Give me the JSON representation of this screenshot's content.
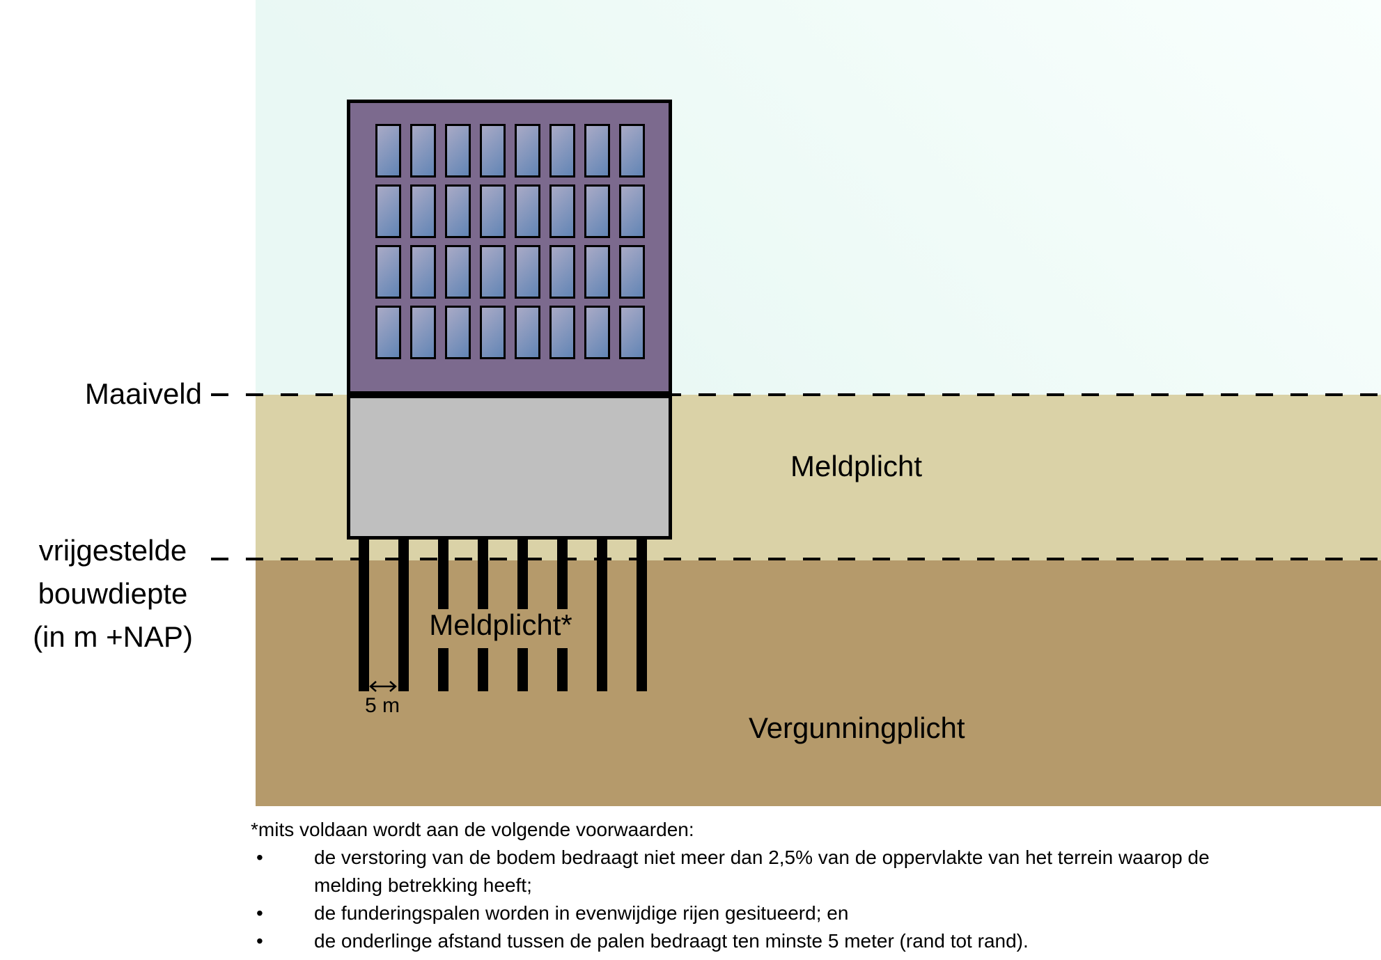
{
  "labels": {
    "maaiveld": "Maaiveld",
    "vrijgestelde_line1": "vrijgestelde",
    "vrijgestelde_line2": "bouwdiepte",
    "vrijgestelde_line3": "(in m +NAP)",
    "meldplicht_zone": "Meldplicht",
    "meldplicht_piles": "Meldplicht*",
    "vergunningplicht_zone": "Vergunningplicht",
    "pile_spacing": "5 m"
  },
  "icons": {
    "spacing_arrow": "double-headed-horizontal-arrow"
  },
  "building": {
    "window_rows": 4,
    "window_cols": 8
  },
  "piles": {
    "count": 8,
    "long_indices": [
      0,
      1,
      6,
      7
    ]
  },
  "colors": {
    "sky_light": "#f9fffd",
    "sky_dark": "#e9f8f4",
    "meldplicht_zone": "#dad2a7",
    "vergunningplicht_zone": "#b59a6b",
    "building_facade": "#7c6a8e",
    "window_light": "#a9aac6",
    "window_dark": "#6285b5",
    "foundation": "#bfbfbf",
    "pile": "#000000"
  },
  "footnote": {
    "intro": "*mits voldaan wordt aan de volgende voorwaarden:",
    "items": [
      {
        "bullet": "•",
        "lines": [
          "de verstoring van de bodem bedraagt niet meer dan 2,5% van de oppervlakte van het terrein waarop de",
          "melding betrekking heeft;"
        ]
      },
      {
        "bullet": "•",
        "lines": [
          "de funderingspalen worden in evenwijdige rijen gesitueerd; en"
        ]
      },
      {
        "bullet": "•",
        "lines": [
          "de onderlinge afstand tussen de palen bedraagt ten minste 5 meter (rand tot rand)."
        ]
      }
    ]
  }
}
